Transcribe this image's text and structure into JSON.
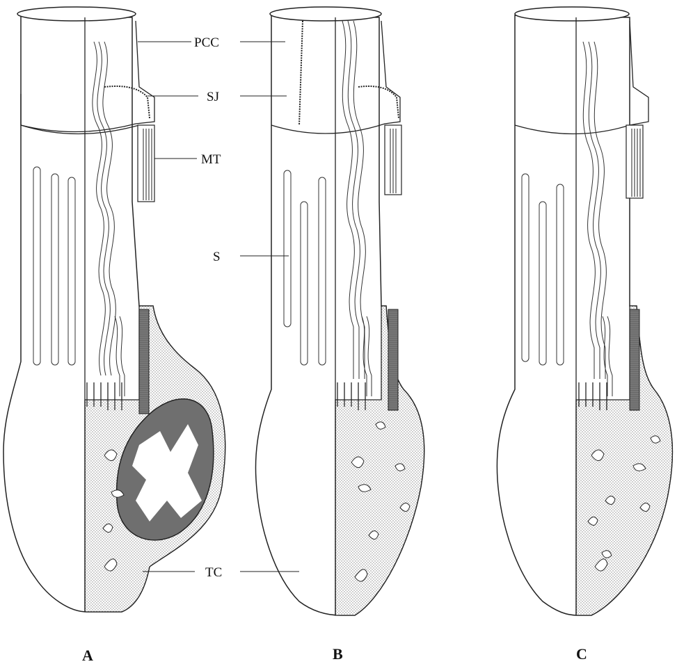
{
  "labels": {
    "pcc": "PCC",
    "sj": "SJ",
    "mt": "MT",
    "s": "S",
    "tc": "TC"
  },
  "panels": [
    {
      "label": "A"
    },
    {
      "label": "B"
    },
    {
      "label": "C"
    }
  ],
  "colors": {
    "line": "#222222",
    "stipple": "#9a9a9a",
    "dark": "#6f6f6f",
    "background": "#ffffff"
  }
}
